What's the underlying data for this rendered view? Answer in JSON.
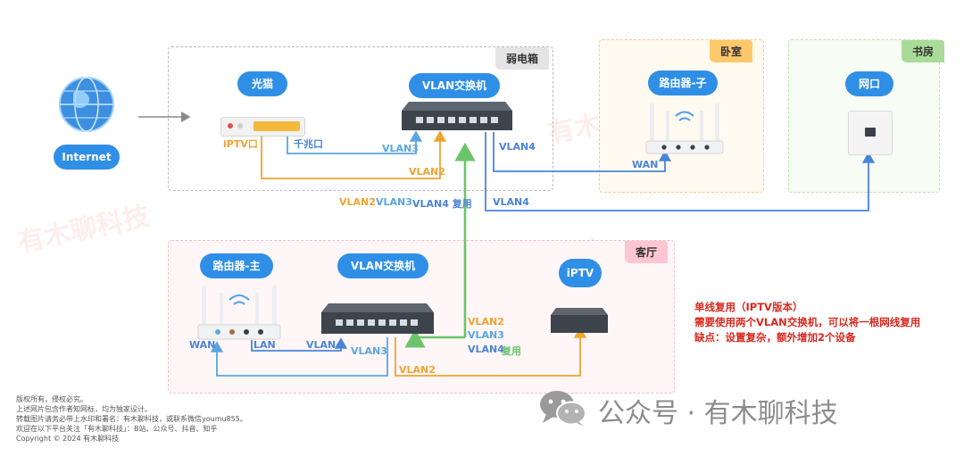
{
  "zones": {
    "weak_box": "弱电箱",
    "bedroom": "卧室",
    "study": "书房",
    "living_room": "客厅"
  },
  "devices": {
    "internet": "Internet",
    "modem": "光猫",
    "vlan_switch_top": "VLAN交换机",
    "router_sub": "路由器-子",
    "wall_port": "网口",
    "router_main": "路由器-主",
    "vlan_switch_bottom": "VLAN交换机",
    "iptv": "iPTV"
  },
  "ports": {
    "iptv_port": "iPTV口",
    "gigabit_port": "千兆口",
    "wan_sub": "WAN",
    "wan_main": "WAN",
    "lan_main": "LAN"
  },
  "links": {
    "vlan3_top": "VLAN3",
    "vlan2_top": "VLAN2",
    "vlan4_bedroom": "VLAN4",
    "vlan4_study": "VLAN4",
    "trunk_vlan2": "VLAN2",
    "trunk_vlan3": "VLAN3",
    "trunk_vlan4": "VLAN4 复用",
    "bottom_vlan4": "VLAN4",
    "bottom_vlan3": "VLAN3",
    "bottom_vlan2": "VLAN2",
    "right_vlan2": "VLAN2",
    "right_vlan3": "VLAN3",
    "right_vlan4": "VLAN4",
    "right_reuse": "复用"
  },
  "summary": {
    "title": "单线复用（IPTV版本）",
    "line1": "需要使用两个VLAN交换机，可以将一根网线复用",
    "line2": "缺点：设置复杂，额外增加2个设备"
  },
  "footer": {
    "lines": [
      "版权所有，侵权必究。",
      "上述网片包含作者知网标，均为独家设计。",
      "转载图片请务必带上水印和署名：有木聊科技，或联系微信youmu855。",
      "欢迎在以下平台关注「有木聊科技」：B站、公众号、抖音、知乎",
      "Copyright © 2024 有木聊科技"
    ]
  },
  "brand": {
    "wechat_label": "公众号 · 有木聊科技",
    "watermark": "有木聊科技"
  },
  "colors": {
    "pill_blue": "#2f8fe6",
    "vlan2_orange": "#f0a330",
    "vlan3_blue": "#5aa5e0",
    "vlan4_blue": "#4a84d8",
    "trunk_green": "#6cc46a",
    "warning_red": "#d9281e"
  }
}
